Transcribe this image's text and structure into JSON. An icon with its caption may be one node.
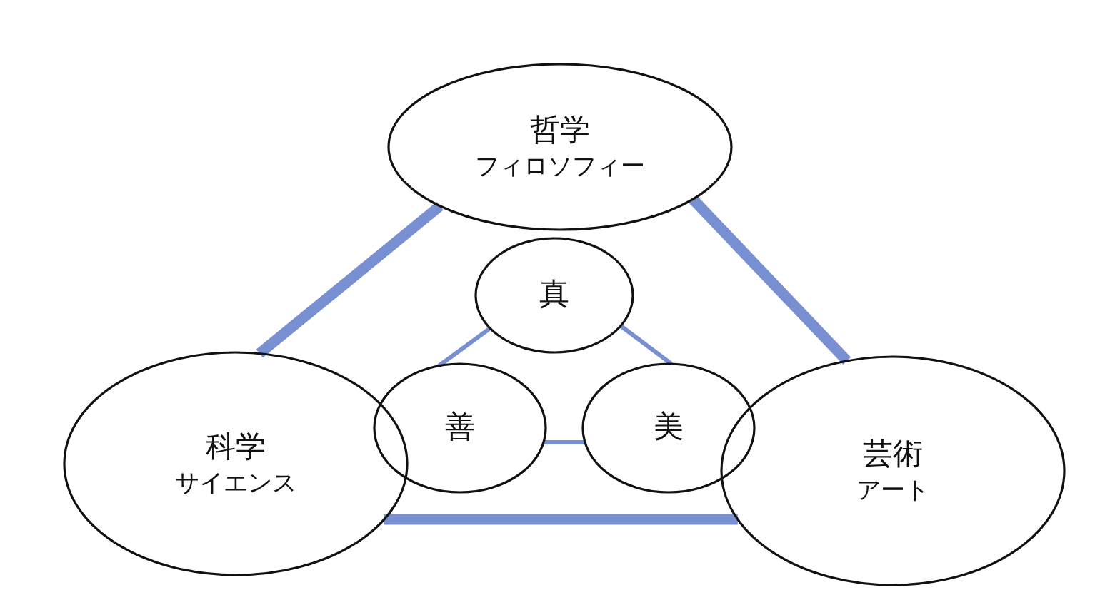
{
  "diagram": {
    "nodes": [
      {
        "text": [
          "哲学",
          "フィロソフィー"
        ]
      },
      {
        "text": [
          "真"
        ]
      },
      {
        "text": [
          "科学",
          "サイエンス"
        ]
      },
      {
        "text": [
          "善"
        ]
      },
      {
        "text": [
          "美"
        ]
      },
      {
        "text": [
          "芸術",
          "アート"
        ]
      }
    ],
    "edges": [
      {
        "from": 0,
        "to": 2,
        "arrow": "none",
        "style": "thick"
      },
      {
        "from": 0,
        "to": 5,
        "arrow": "none",
        "style": "thick"
      },
      {
        "from": 2,
        "to": 5,
        "arrow": "none",
        "style": "thick"
      },
      {
        "from": 1,
        "to": 3,
        "arrow": "none"
      },
      {
        "from": 1,
        "to": 4,
        "arrow": "none"
      },
      {
        "from": 3,
        "to": 4,
        "arrow": "none"
      }
    ]
  }
}
